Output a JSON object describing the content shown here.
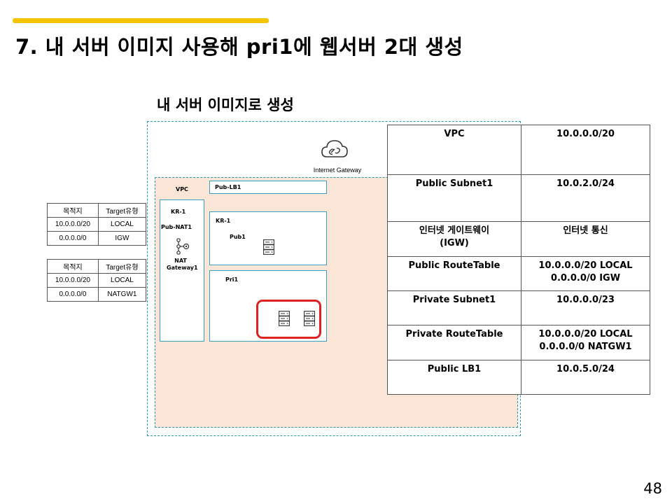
{
  "slide": {
    "title": "7. 내 서버 이미지 사용해 pri1에 웹서버 2대 생성",
    "subtitle": "내 서버 이미지로 생성",
    "page_number": "48",
    "accent_color": "#f5c400"
  },
  "diagram": {
    "internet_gateway": "Internet Gateway",
    "vpc": "VPC",
    "pub_lb1": "Pub-LB1",
    "kr1_left": "KR-1",
    "pub_nat1": "Pub-NAT1",
    "nat_gateway": "NAT\nGateway1",
    "kr1_right": "KR-1",
    "pub1": "Pub1",
    "pri1": "Pri1"
  },
  "route_tables": [
    {
      "headers": [
        "목적지",
        "Target유형"
      ],
      "rows": [
        [
          "10.0.0.0/20",
          "LOCAL"
        ],
        [
          "0.0.0.0/0",
          "IGW"
        ]
      ]
    },
    {
      "headers": [
        "목적지",
        "Target유형"
      ],
      "rows": [
        [
          "10.0.0.0/20",
          "LOCAL"
        ],
        [
          "0.0.0.0/0",
          "NATGW1"
        ]
      ]
    }
  ],
  "info_table": {
    "rows": [
      [
        "VPC",
        "10.0.0.0/20"
      ],
      [
        "Public Subnet1",
        "10.0.2.0/24"
      ],
      [
        "인터넷 게이트웨이\n(IGW)",
        "인터넷 통신"
      ],
      [
        "Public RouteTable",
        "10.0.0.0/20 LOCAL\n0.0.0.0/0 IGW"
      ],
      [
        "Private Subnet1",
        "10.0.0.0/23"
      ],
      [
        "Private RouteTable",
        "10.0.0.0/20 LOCAL\n0.0.0.0/0 NATGW1"
      ],
      [
        "Public LB1",
        "10.0.5.0/24"
      ]
    ]
  }
}
